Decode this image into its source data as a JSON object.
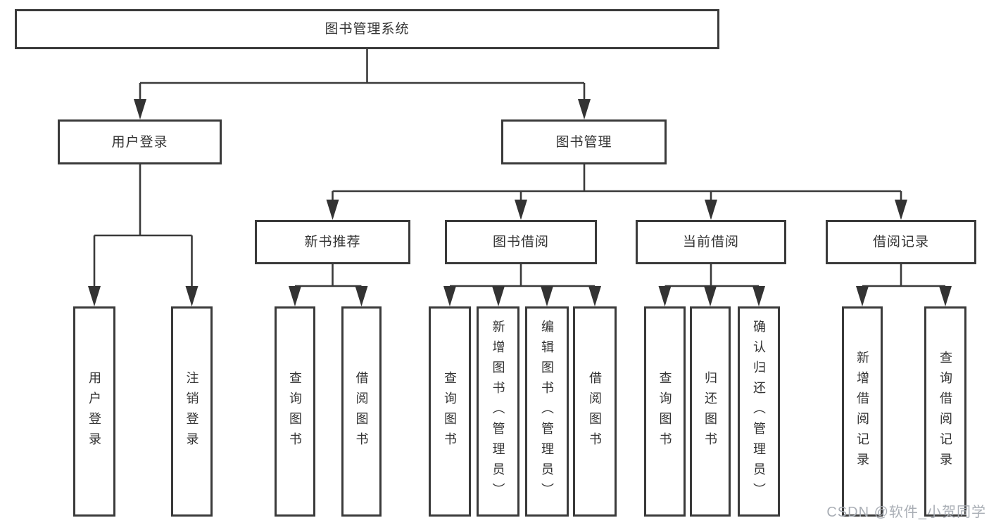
{
  "title": "图书管理系统",
  "colors": {
    "line": "#3a3a3a",
    "box_border": "#3a3a3a",
    "text": "#333333",
    "background": "#ffffff",
    "watermark": "#a4aab1"
  },
  "nodes": {
    "root": {
      "label": "图书管理系统"
    },
    "level2": [
      {
        "label": "用户登录"
      },
      {
        "label": "图书管理"
      }
    ],
    "level3": [
      {
        "label": "新书推荐",
        "parent": "图书管理"
      },
      {
        "label": "图书借阅",
        "parent": "图书管理"
      },
      {
        "label": "当前借阅",
        "parent": "图书管理"
      },
      {
        "label": "借阅记录",
        "parent": "图书管理"
      }
    ],
    "leaves": [
      {
        "label": "用户登录",
        "parent": "用户登录"
      },
      {
        "label": "注销登录",
        "parent": "用户登录"
      },
      {
        "label": "查询图书",
        "parent": "新书推荐"
      },
      {
        "label": "借阅图书",
        "parent": "新书推荐"
      },
      {
        "label": "查询图书",
        "parent": "图书借阅"
      },
      {
        "label": "新增图书（管理员）",
        "parent": "图书借阅"
      },
      {
        "label": "编辑图书（管理员）",
        "parent": "图书借阅"
      },
      {
        "label": "借阅图书",
        "parent": "图书借阅"
      },
      {
        "label": "查询图书",
        "parent": "当前借阅"
      },
      {
        "label": "归还图书",
        "parent": "当前借阅"
      },
      {
        "label": "确认归还（管理员）",
        "parent": "当前借阅"
      },
      {
        "label": "新增借阅记录",
        "parent": "借阅记录"
      },
      {
        "label": "查询借阅记录",
        "parent": "借阅记录"
      }
    ]
  },
  "watermark": {
    "text": "CSDN @软件_小贺同学"
  }
}
